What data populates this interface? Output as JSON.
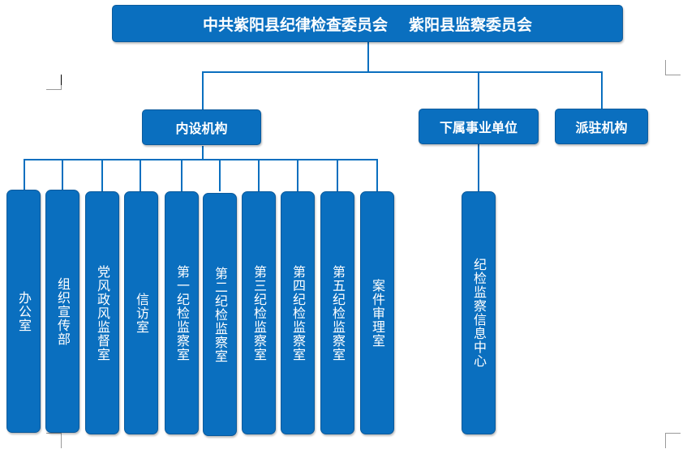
{
  "org": {
    "top": {
      "part1": "中共紫阳县纪律检查委员会",
      "part2": "紫阳县监察委员会"
    },
    "neishe": {
      "label": "内设机构",
      "units": [
        "办公室",
        "组织宣传部",
        "党风政风监督室",
        "信访室",
        "第一纪检监察室",
        "第二纪检监察室",
        "第三纪检监察室",
        "第四纪检监察室",
        "第五纪检监察室",
        "案件审理室"
      ]
    },
    "xiashu": {
      "label": "下属事业单位",
      "units": [
        "纪检监察信息中心"
      ]
    },
    "paizhu": {
      "label": "派驻机构"
    }
  },
  "colors": {
    "box": "#0a6fbf",
    "border": "#0b5a9c",
    "text": "#ffffff"
  }
}
